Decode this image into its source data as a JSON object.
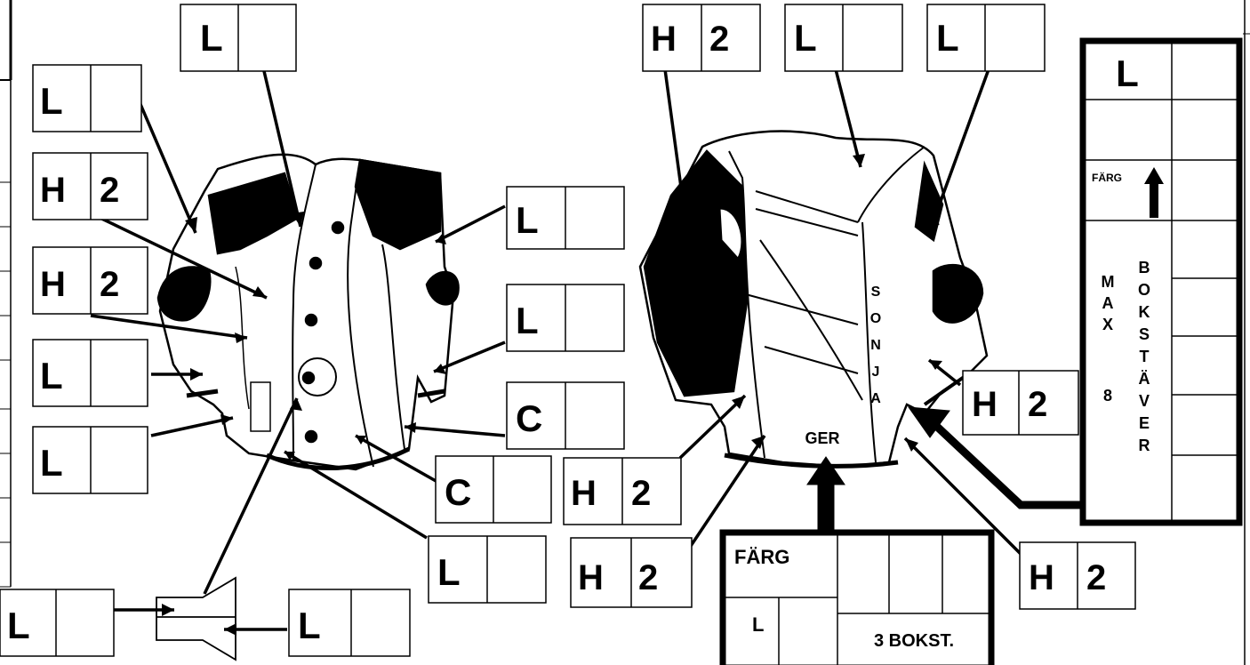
{
  "boxes": {
    "front_collar": {
      "code": "L",
      "value": ""
    },
    "front_shoulder": {
      "code": "L",
      "value": ""
    },
    "front_chest_h2": {
      "code": "H",
      "value": "2"
    },
    "front_waist_h2": {
      "code": "H",
      "value": "2"
    },
    "front_left_cuff": {
      "code": "L",
      "value": ""
    },
    "front_pocket": {
      "code": "L",
      "value": ""
    },
    "front_right_sleeve": {
      "code": "L",
      "value": ""
    },
    "front_right_elbow": {
      "code": "L",
      "value": ""
    },
    "front_right_panel_c": {
      "code": "C",
      "value": ""
    },
    "front_buttons_c": {
      "code": "C",
      "value": ""
    },
    "front_hem": {
      "code": "L",
      "value": ""
    },
    "button_left": {
      "code": "L",
      "value": ""
    },
    "button_right": {
      "code": "L",
      "value": ""
    },
    "back_left_sleeve": {
      "code": "H",
      "value": "2"
    },
    "back_yoke": {
      "code": "L",
      "value": ""
    },
    "back_right_shoulder": {
      "code": "L",
      "value": ""
    },
    "back_lower_left": {
      "code": "H",
      "value": "2"
    },
    "back_hem_left": {
      "code": "H",
      "value": "2"
    },
    "back_right_elbow": {
      "code": "H",
      "value": "2"
    },
    "back_stripe_right": {
      "code": "H",
      "value": "2"
    }
  },
  "name_panel": {
    "code": "L",
    "farg": "FÄRG",
    "max_vertical": [
      "M",
      "A",
      "X"
    ],
    "max_number": "8",
    "bokstaver_vertical": [
      "B",
      "O",
      "K",
      "S",
      "T",
      "Ä",
      "V",
      "E",
      "R"
    ]
  },
  "country_panel": {
    "farg": "FÄRG",
    "code": "L",
    "label": "3 BOKST."
  },
  "jacket_text": {
    "name_vertical": [
      "S",
      "O",
      "N",
      "J",
      "A"
    ],
    "country": "GER"
  }
}
